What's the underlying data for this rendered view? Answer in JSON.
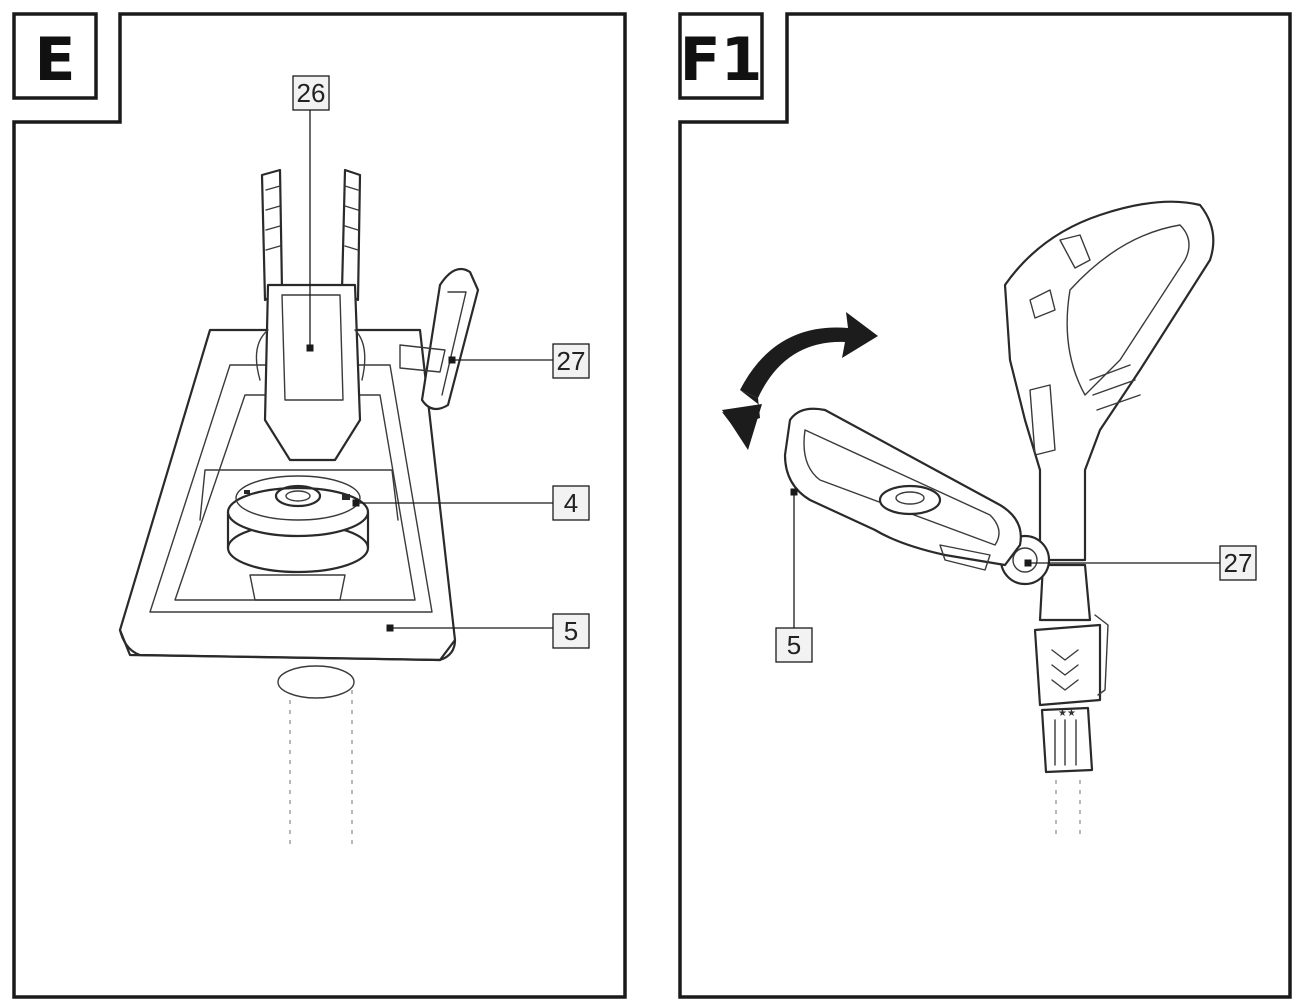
{
  "panels": [
    {
      "label": "E",
      "callouts": [
        "26",
        "27",
        "4",
        "5"
      ]
    },
    {
      "label": "F1",
      "callouts": [
        "27",
        "5"
      ]
    }
  ]
}
